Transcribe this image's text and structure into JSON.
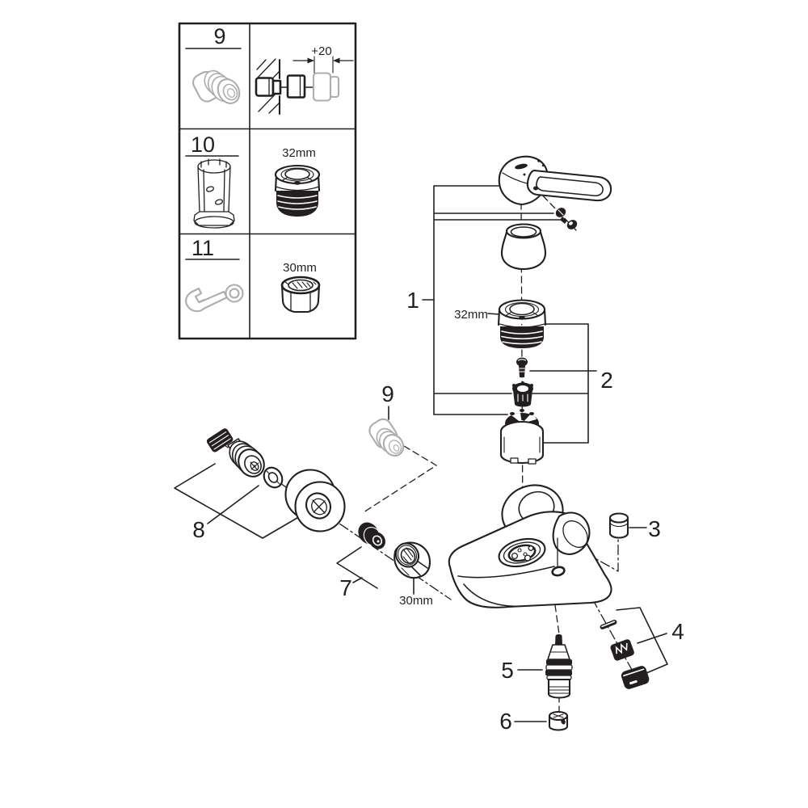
{
  "colors": {
    "ink": "#231f20",
    "ghost": "#abadb0",
    "background": "#ffffff"
  },
  "table": {
    "rows": [
      {
        "number": "9",
        "spec_label": "+20",
        "tool": "wall-union-extension-install"
      },
      {
        "number": "10",
        "spec_label": "32mm",
        "tool": "cartridge-socket-tool"
      },
      {
        "number": "11",
        "spec_label": "30mm",
        "tool": "open-end-wrench"
      }
    ]
  },
  "diagram": {
    "callouts": [
      {
        "id": "1",
        "part": "lever-handle-assembly"
      },
      {
        "id": "2",
        "part": "cartridge-kit"
      },
      {
        "id": "3",
        "part": "plug"
      },
      {
        "id": "4",
        "part": "clip-pin-kit"
      },
      {
        "id": "5",
        "part": "diverter"
      },
      {
        "id": "6",
        "part": "diverter-cap"
      },
      {
        "id": "7",
        "part": "filter-union-nut-kit"
      },
      {
        "id": "8",
        "part": "s-union-escutcheon-kit"
      },
      {
        "id": "9",
        "part": "extension"
      }
    ],
    "ring_size_label": "32mm",
    "nut_size_label": "30mm"
  }
}
